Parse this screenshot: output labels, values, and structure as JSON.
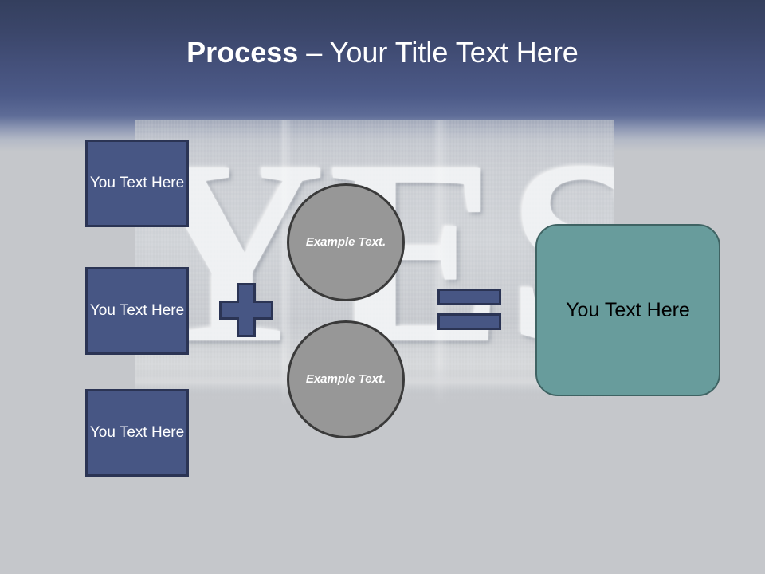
{
  "slide": {
    "title_strong": "Process",
    "title_rest": " – Your Title Text Here",
    "background_photo_alt": "YES",
    "background_letters": [
      "Y",
      "E",
      "S"
    ]
  },
  "colors": {
    "header_gradient_top": "#343f5e",
    "header_gradient_mid": "#4c5a88",
    "slide_body": "#c5c7cb",
    "blue_fill": "#475684",
    "blue_border": "#2b3454",
    "gray_fill": "#979797",
    "gray_border": "#3a3a3a",
    "teal_fill": "#689c9c",
    "teal_border": "#3f6363",
    "title_text": "#ffffff"
  },
  "inputs": [
    {
      "label": "You Text Here"
    },
    {
      "label": "You Text Here"
    },
    {
      "label": "You Text Here"
    }
  ],
  "operators": {
    "plus": "+",
    "equals": "="
  },
  "circles": [
    {
      "label": "Example Text."
    },
    {
      "label": "Example Text."
    }
  ],
  "result": {
    "label": "You Text Here"
  }
}
